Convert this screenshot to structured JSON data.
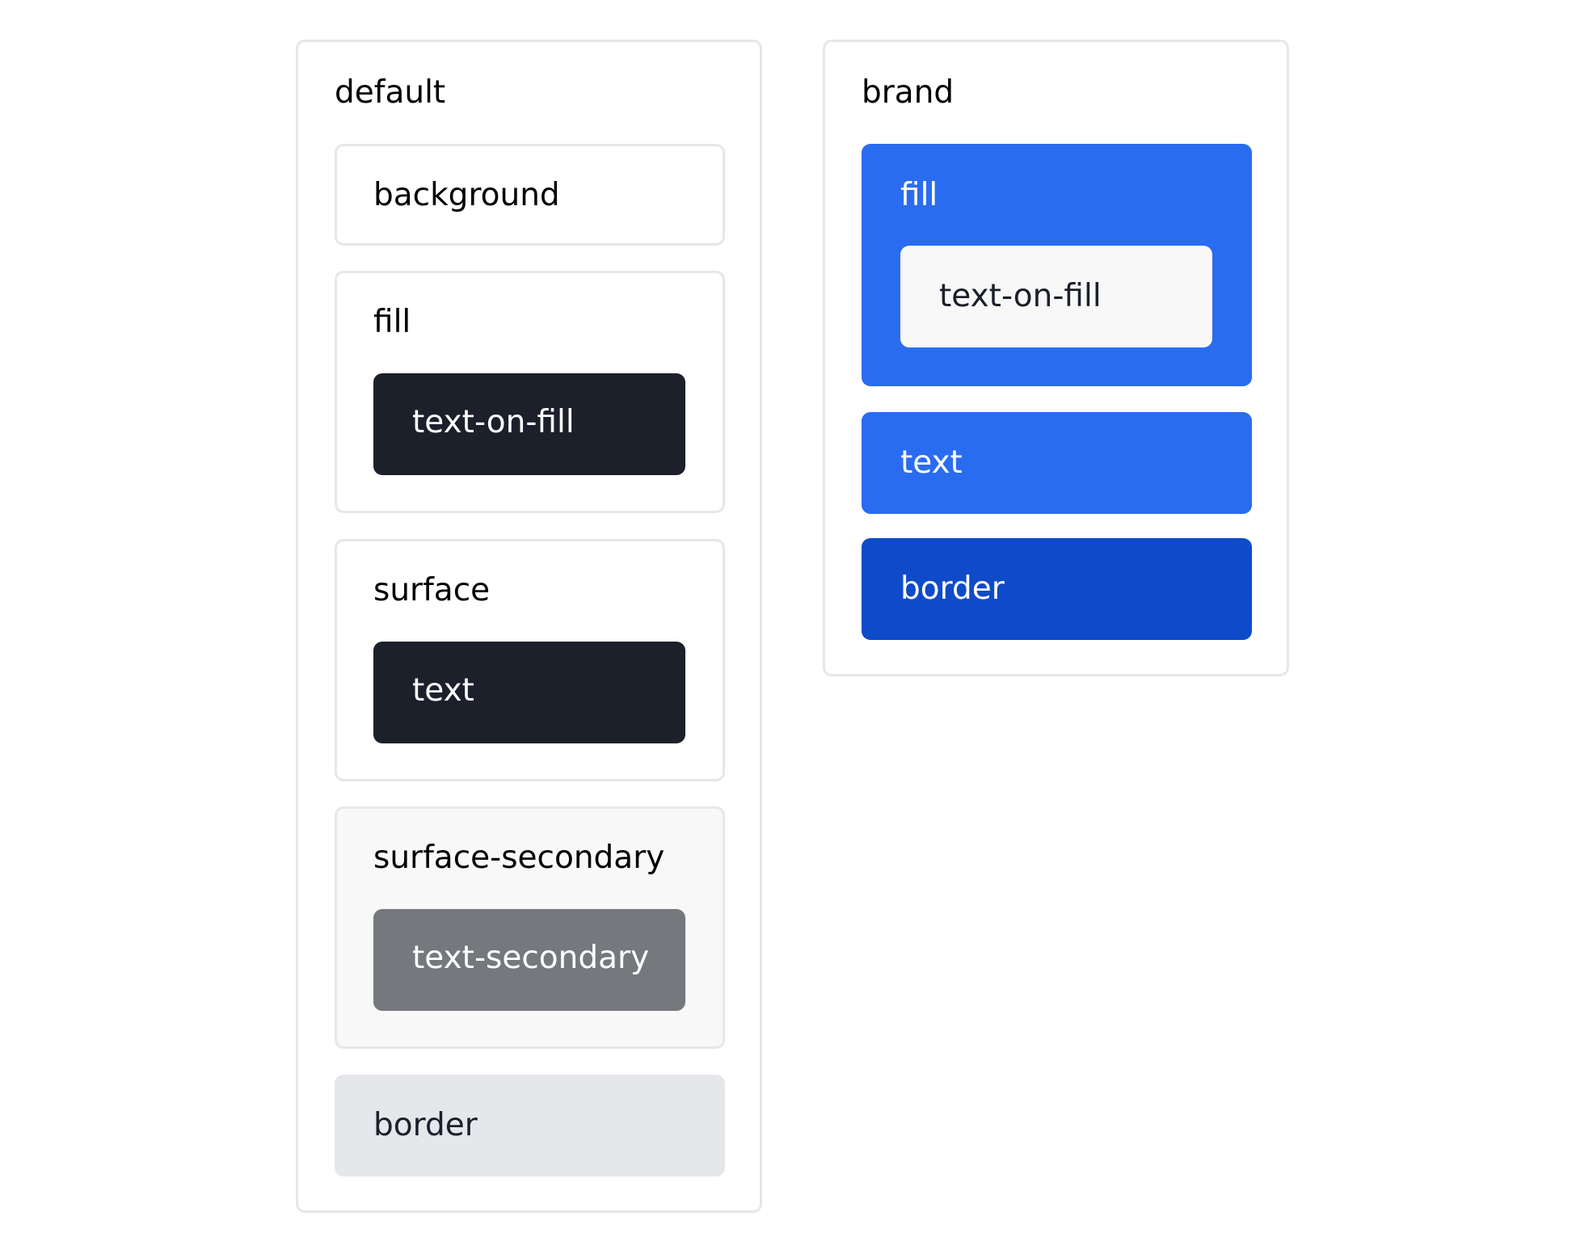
{
  "panels": {
    "default": {
      "title": "default",
      "background": {
        "label": "background",
        "color": "#ffffff"
      },
      "fill": {
        "label": "fill",
        "color": "#ffffff",
        "text_on_fill": {
          "label": "text-on-fill",
          "color": "#1b202b",
          "text_color": "#ffffff"
        }
      },
      "surface": {
        "label": "surface",
        "color": "#ffffff",
        "text": {
          "label": "text",
          "color": "#1b202b",
          "text_color": "#ffffff"
        }
      },
      "surface_secondary": {
        "label": "surface-secondary",
        "color": "#f8f8f8",
        "text_secondary": {
          "label": "text-secondary",
          "color": "#75787c",
          "text_color": "#ffffff"
        }
      },
      "border": {
        "label": "border",
        "color": "#e6e7ea",
        "text_color": "#1b202b"
      }
    },
    "brand": {
      "title": "brand",
      "fill": {
        "label": "fill",
        "color": "#2a6cf0",
        "text_on_fill": {
          "label": "text-on-fill",
          "color": "#f8f8f8",
          "text_color": "#1b202b"
        }
      },
      "text": {
        "label": "text",
        "color": "#2a6cf0",
        "text_color": "#ffffff"
      },
      "border": {
        "label": "border",
        "color": "#0f4bc8",
        "text_color": "#ffffff"
      }
    }
  }
}
